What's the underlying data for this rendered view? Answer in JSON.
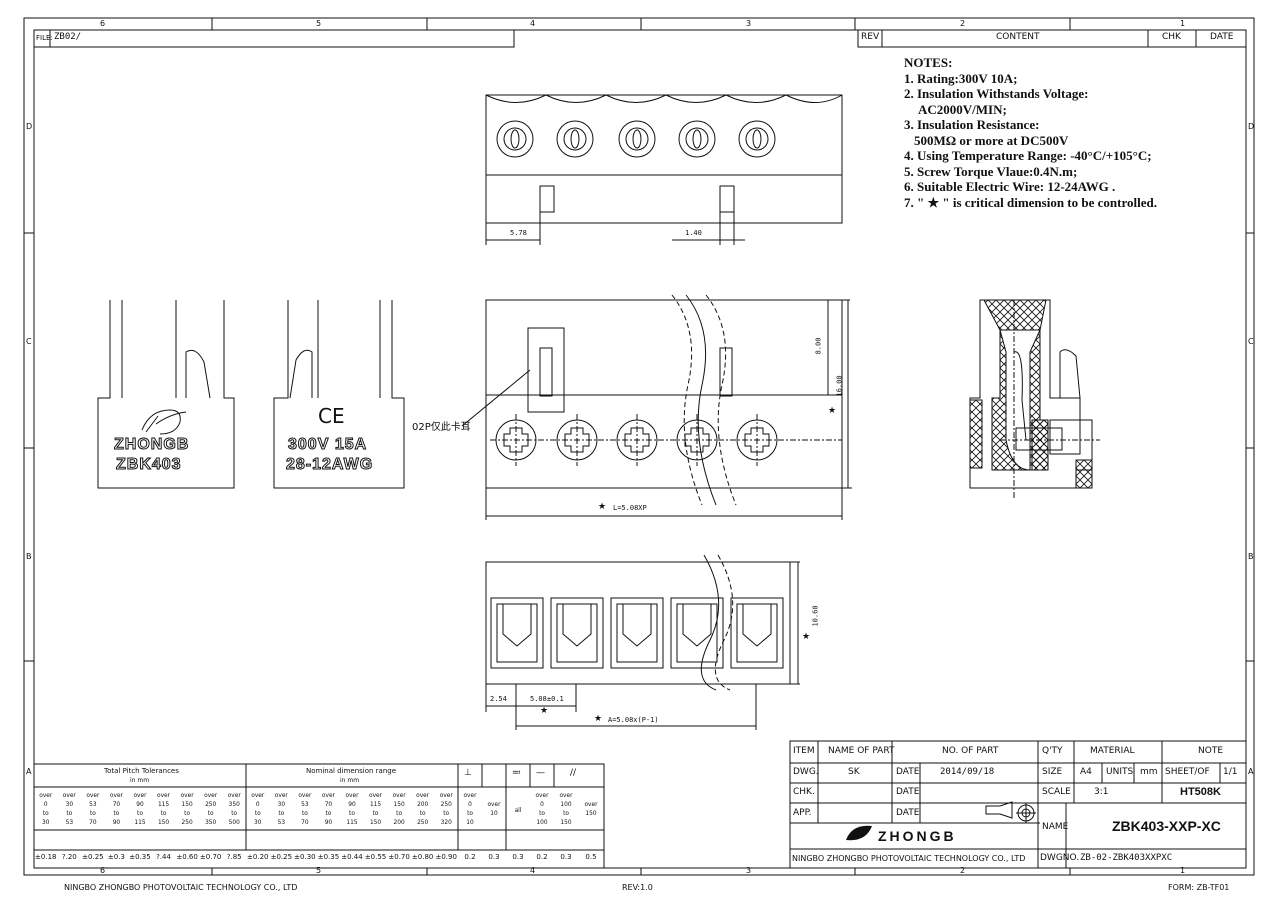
{
  "frame": {
    "top_zones": [
      "6",
      "5",
      "4",
      "3",
      "2",
      "1"
    ],
    "bottom_zones": [
      "6",
      "5",
      "4",
      "3",
      "2",
      "1"
    ],
    "side_zones": [
      "D",
      "C",
      "B",
      "A"
    ]
  },
  "file_block": {
    "label": "FILE:",
    "value": "ZB02/"
  },
  "revision_block": {
    "rev": "REV",
    "content": "CONTENT",
    "chk": "CHK",
    "date": "DATE"
  },
  "notes": {
    "title": "NOTES:",
    "items": [
      "1. Rating:300V 10A;",
      "2. Insulation Withstands Voltage:",
      "AC2000V/MIN;",
      "3. Insulation Resistance:",
      "500MΩ or more at DC500V",
      "4. Using Temperature Range: -40°C/+105°C;",
      "5. Screw Torque Vlaue:0.4N.m;",
      "6. Suitable Electric Wire: 12-24AWG .",
      "7. \" ★ \" is critical dimension to be controlled."
    ]
  },
  "left_side_view": {
    "brand": "ZHONGB",
    "model": "ZBK403"
  },
  "right_side_view": {
    "mark": "CE",
    "rating": "300V 15A",
    "wire": "28-12AWG"
  },
  "dimensions": {
    "top_a": "5.78",
    "top_b": "1.40",
    "height_8": "8.00",
    "height_16": "16.00",
    "length": "L=5.08XP",
    "bottom_height": "10.60",
    "pitch_start": "2.54",
    "pitch": "5.08±0.1",
    "span": "A=5.08x(P-1)",
    "star": "★"
  },
  "callout_note": "02P仅此卡耳",
  "tolerance_table": {
    "pitch_title": "Total Pitch Tolerances",
    "pitch_unit": "in mm",
    "nominal_title": "Nominal dimension range",
    "nominal_unit": "in mm",
    "symbols": [
      "⊥",
      "≕",
      "—",
      "//"
    ],
    "pitch_ranges": [
      [
        "over",
        "0",
        "to",
        "30"
      ],
      [
        "over",
        "30",
        "to",
        "53"
      ],
      [
        "over",
        "53",
        "to",
        "70"
      ],
      [
        "over",
        "70",
        "to",
        "90"
      ],
      [
        "over",
        "90",
        "to",
        "115"
      ],
      [
        "over",
        "115",
        "to",
        "150"
      ],
      [
        "over",
        "150",
        "to",
        "250"
      ],
      [
        "over",
        "250",
        "to",
        "350"
      ],
      [
        "over",
        "350",
        "to",
        "500"
      ]
    ],
    "pitch_values": [
      "±0.18",
      "?.20",
      "±0.25",
      "±0.3",
      "±0.35",
      "?.44",
      "±0.60",
      "±0.70",
      "?.85"
    ],
    "nominal_ranges": [
      [
        "over",
        "0",
        "to",
        "30"
      ],
      [
        "over",
        "30",
        "to",
        "53"
      ],
      [
        "over",
        "53",
        "to",
        "70"
      ],
      [
        "over",
        "70",
        "to",
        "90"
      ],
      [
        "over",
        "90",
        "to",
        "115"
      ],
      [
        "over",
        "115",
        "to",
        "150"
      ],
      [
        "over",
        "150",
        "to",
        "200"
      ],
      [
        "over",
        "200",
        "to",
        "250"
      ],
      [
        "over",
        "250",
        "to",
        "320"
      ]
    ],
    "nominal_values": [
      "±0.20",
      "±0.25",
      "±0.30",
      "±0.35",
      "±0.44",
      "±0.55",
      "±0.70",
      "±0.80",
      "±0.90"
    ],
    "geo_ranges": [
      [
        "over",
        "0",
        "to",
        "10"
      ],
      [
        "over",
        "10"
      ],
      [
        "all"
      ],
      [
        "over",
        "0",
        "to",
        "100"
      ],
      [
        "over",
        "100",
        "to",
        "150"
      ],
      [
        "over",
        "150"
      ]
    ],
    "geo_values": [
      "0.2",
      "0.3",
      "0.3",
      "0.2",
      "0.3",
      "0.5"
    ]
  },
  "title_block": {
    "item": "ITEM",
    "name_of_part": "NAME OF PART",
    "no_of_part": "NO. OF PART",
    "qty": "Q'TY",
    "material": "MATERIAL",
    "note": "NOTE",
    "dwg": "DWG.",
    "dwg_by": "SK",
    "date": "DATE",
    "dwg_date": "2014/09/18",
    "size": "SIZE",
    "size_val": "A4",
    "units": "UNITS",
    "units_val": "mm",
    "sheet": "SHEET/OF",
    "sheet_val": "1/1",
    "chk": "CHK.",
    "scale": "SCALE",
    "scale_val": "3:1",
    "material_val": "HT508K",
    "app": "APP.",
    "name": "NAME",
    "name_val": "ZBK403-XXP-XC",
    "logo": "ZHONGB",
    "company": "NINGBO ZHONGBO PHOTOVOLTAIC TECHNOLOGY CO., LTD",
    "dwgno": "DWGNO.",
    "dwgno_val": "ZB-02-ZBK403XXPXC"
  },
  "footer": {
    "company": "NINGBO ZHONGBO PHOTOVOLTAIC TECHNOLOGY CO., LTD",
    "rev": "REV:1.0",
    "form": "FORM: ZB-TF01"
  }
}
